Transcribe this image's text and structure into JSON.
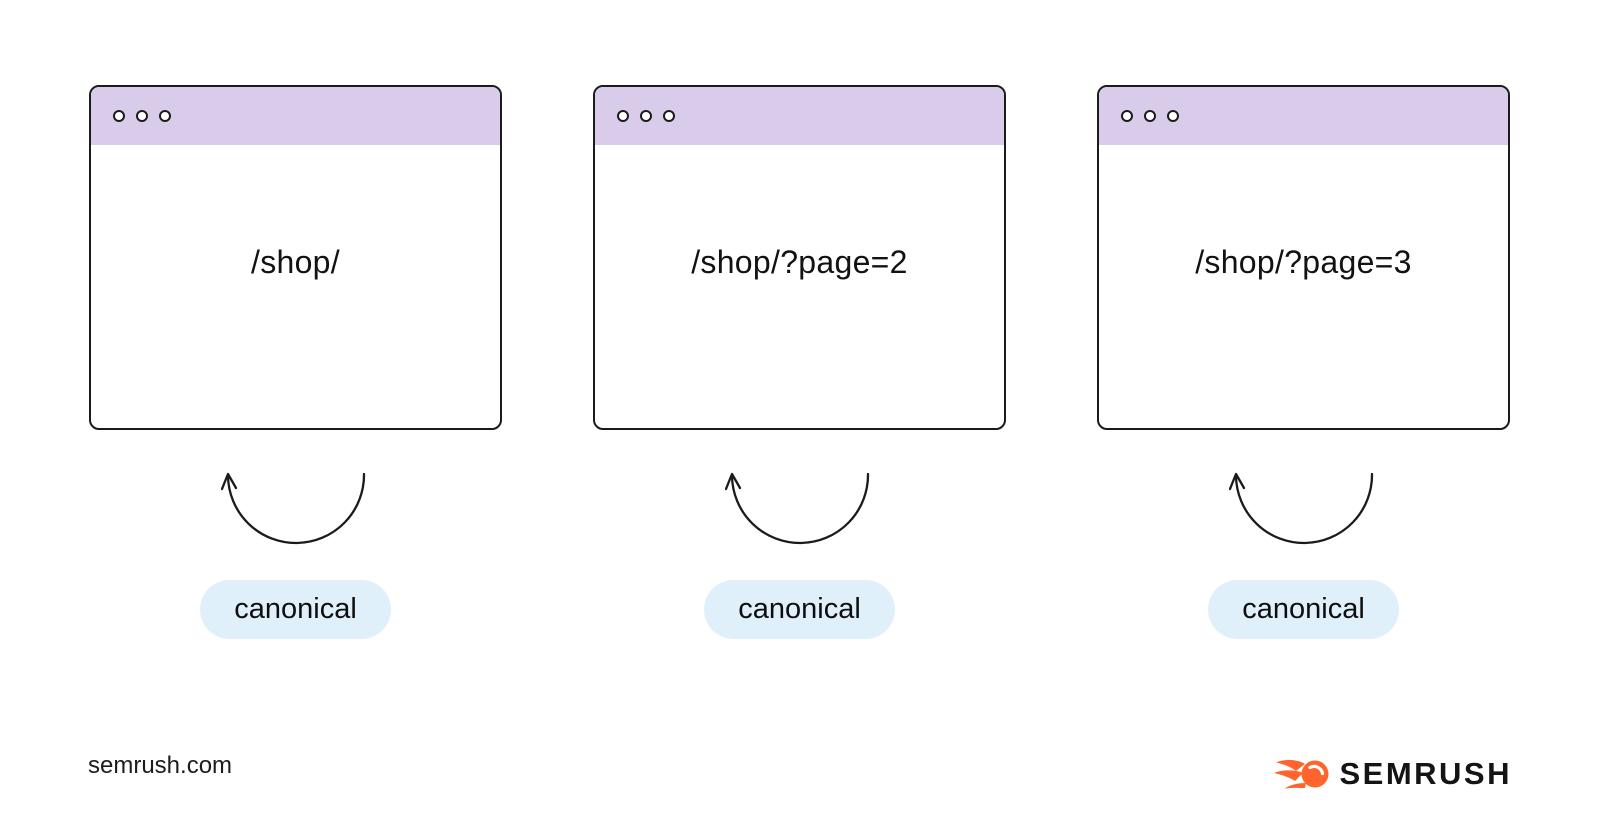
{
  "pages": [
    {
      "url": "/shop/",
      "badge": "canonical"
    },
    {
      "url": "/shop/?page=2",
      "badge": "canonical"
    },
    {
      "url": "/shop/?page=3",
      "badge": "canonical"
    }
  ],
  "footer": {
    "site": "semrush.com",
    "brand": "SEMRUSH"
  },
  "icons": {
    "window_controls": "three-dots",
    "arrow": "self-referencing-canonical-arrow",
    "brand_mark": "semrush-flame-ball"
  },
  "colors": {
    "header_purple": "#D8CCEA",
    "pill_blue": "#DFF0FB",
    "ink": "#1B1B1B",
    "accent_orange": "#FF642D",
    "canvas_bg": "#FFFFFF"
  }
}
